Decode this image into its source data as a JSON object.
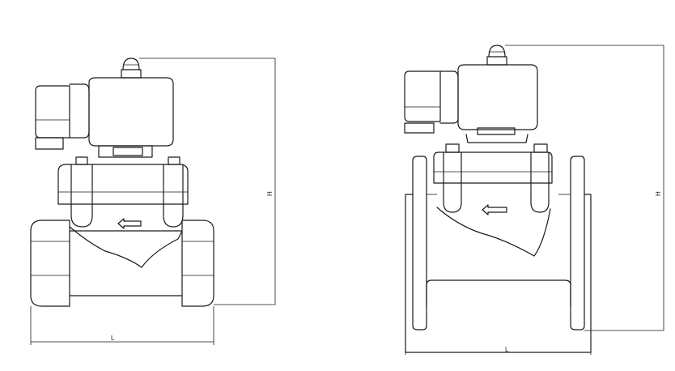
{
  "views": [
    {
      "name": "threaded-valve",
      "length_label": "L",
      "height_label": "H"
    },
    {
      "name": "flanged-valve",
      "length_label": "L",
      "height_label": "H"
    }
  ],
  "colors": {
    "line": "#1a1a1a",
    "background": "#ffffff"
  }
}
